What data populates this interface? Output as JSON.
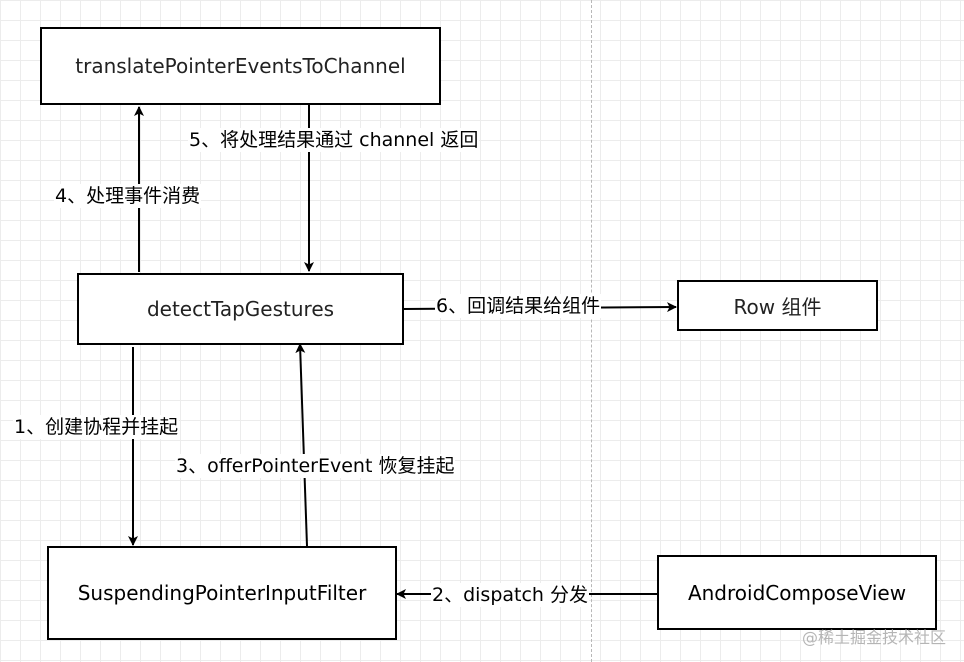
{
  "nodes": {
    "translate": "translatePointerEventsToChannel",
    "detect": "detectTapGestures",
    "row": "Row 组件",
    "suspending": "SuspendingPointerInputFilter",
    "android": "AndroidComposeView"
  },
  "edges": {
    "step1": "1、创建协程并挂起",
    "step2": "2、dispatch 分发",
    "step3": "3、offerPointerEvent 恢复挂起",
    "step4": "4、处理事件消费",
    "step5": "5、将处理结果通过 channel 返回",
    "step6": "6、回调结果给组件"
  },
  "watermark": "@稀土掘金技术社区"
}
